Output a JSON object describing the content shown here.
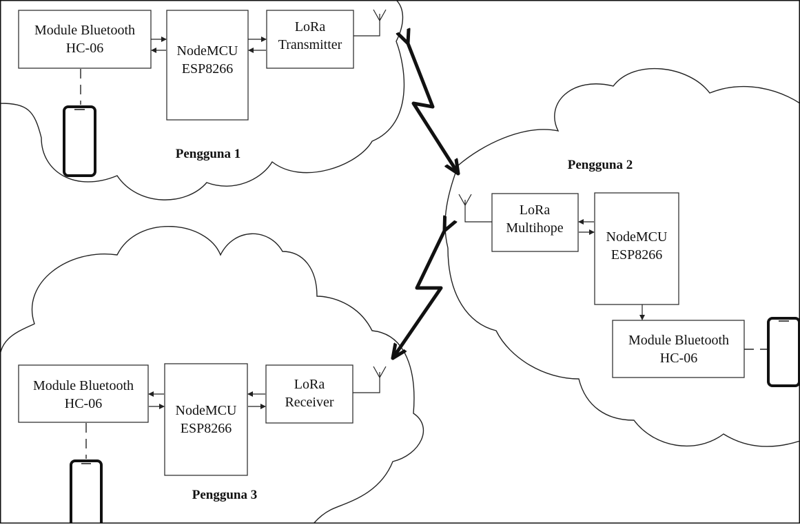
{
  "colors": {
    "line": "#222222",
    "background": "#ffffff",
    "phone": "#111111"
  },
  "user1": {
    "title": "Pengguna 1",
    "bluetooth": [
      "Module Bluetooth",
      "HC-06"
    ],
    "mcu": [
      "NodeMCU",
      "ESP8266"
    ],
    "lora": [
      "LoRa",
      "Transmitter"
    ]
  },
  "user2": {
    "title": "Pengguna 2",
    "lora": [
      "LoRa",
      "Multihope"
    ],
    "mcu": [
      "NodeMCU",
      "ESP8266"
    ],
    "bluetooth": [
      "Module Bluetooth",
      "HC-06"
    ]
  },
  "user3": {
    "title": "Pengguna 3",
    "bluetooth": [
      "Module Bluetooth",
      "HC-06"
    ],
    "mcu": [
      "NodeMCU",
      "ESP8266"
    ],
    "lora": [
      "LoRa",
      "Receiver"
    ]
  },
  "icons": [
    "smartphone-icon",
    "antenna-icon",
    "wireless-link-icon"
  ]
}
